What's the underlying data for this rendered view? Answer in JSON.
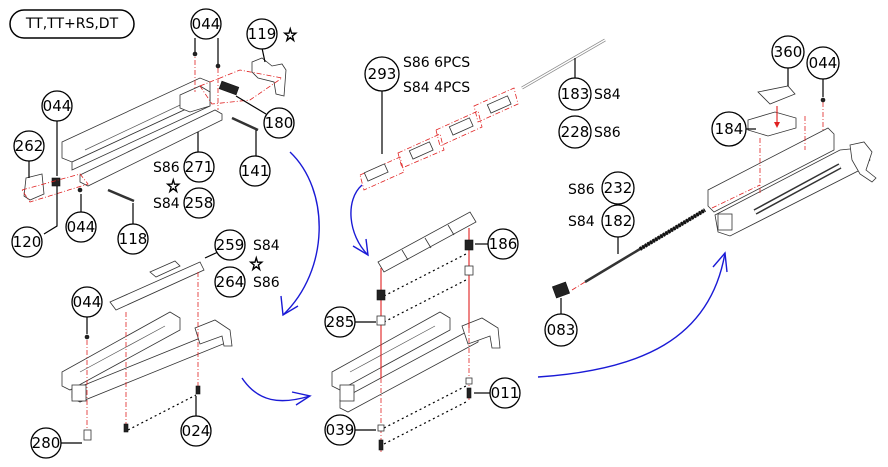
{
  "title": {
    "model_label": "TT,TT+RS,DT"
  },
  "callouts": {
    "c044_top": "044",
    "c119": "119",
    "c180": "180",
    "c141": "141",
    "c271": "271",
    "c258": "258",
    "c262": "262",
    "c044_left": "044",
    "c120": "120",
    "c044_bottom": "044",
    "c118": "118",
    "c259": "259",
    "c264": "264",
    "c044_mid": "044",
    "c024": "024",
    "c280": "280",
    "c293": "293",
    "c183": "183",
    "c228": "228",
    "c186": "186",
    "c285": "285",
    "c011": "011",
    "c039": "039",
    "c232": "232",
    "c182": "182",
    "c083": "083",
    "c360": "360",
    "c044_right": "044",
    "c184": "184"
  },
  "notes": {
    "s86_271": "S86",
    "s84_258": "S84",
    "s84_259": "S84",
    "s86_264": "S86",
    "s86_6pcs": "S86 6PCS",
    "s84_4pcs": "S84 4PCS",
    "s84_183": "S84",
    "s86_228": "S86",
    "s86_232": "S86",
    "s84_182": "S84"
  },
  "symbols": {
    "star": "☆"
  },
  "colors": {
    "flow_arrow": "#1a1ad6",
    "explode_line": "#e02020",
    "ink": "#000000"
  }
}
